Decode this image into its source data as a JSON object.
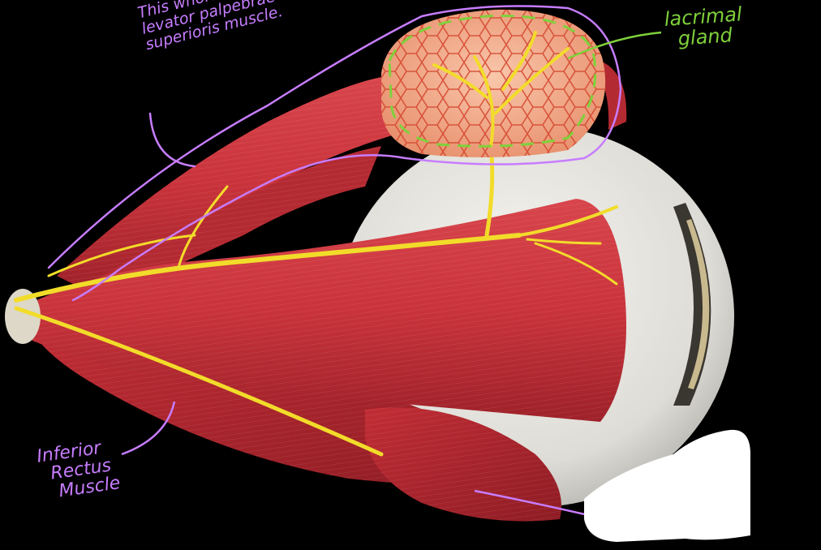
{
  "annotations": {
    "levator_note": "This whole thing is the\nlevator palpebrae\nsuperioris muscle.",
    "lacrimal_note": "lacrimal\n  gland",
    "inferior_note": "Inferior\n  Rectus\n   Muscle"
  },
  "colors": {
    "background": "#000000",
    "annotation_purple": "#c77dff",
    "annotation_green": "#7fd13b",
    "muscle_red": "#c8343c",
    "nerve_yellow": "#f2dc2a",
    "eyeball_white": "#e8e6e1",
    "gland_peach": "#f3b08f"
  }
}
